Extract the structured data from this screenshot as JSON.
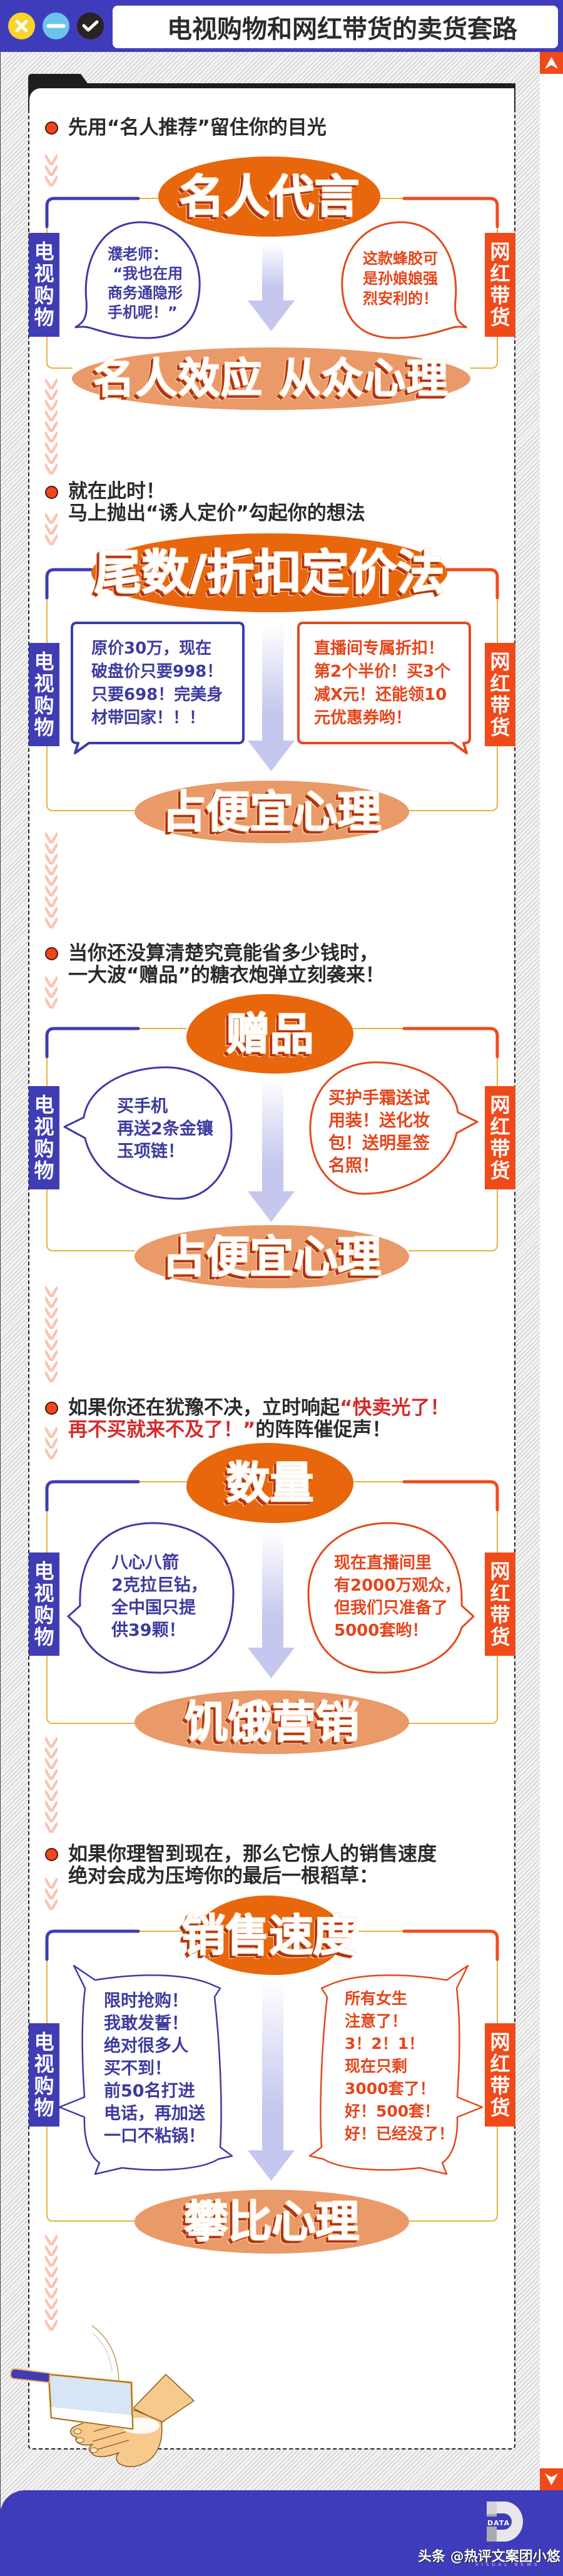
{
  "window": {
    "title": "电视购物和网红带货的卖货套路",
    "controls": [
      {
        "icon": "close-icon",
        "color": "#f9d42c"
      },
      {
        "icon": "minimize-icon",
        "color": "#6cc3ee"
      },
      {
        "icon": "check-icon",
        "color": "#2b2222"
      }
    ]
  },
  "scrollbar": {
    "up_icon": "chevron-up-icon",
    "down_icon": "chevron-down-icon",
    "color": "#f04a1a"
  },
  "labels": {
    "tv_shopping": "电视购物",
    "influencer_selling": "网红带货"
  },
  "sections": [
    {
      "bullet": {
        "line1": "先用“名人推荐”留住你的目光"
      },
      "tactic": "名人代言",
      "tv_quote": "濮老师：\n “我也在用\n商务通隐形\n手机呢！”",
      "live_quote": "这款蜂胶可\n是孙娘娘强\n烈安利的！",
      "psychology": "名人效应 从众心理"
    },
    {
      "bullet": {
        "line1": "就在此时！",
        "line2": "马上抛出“诱人定价”勾起你的想法"
      },
      "tactic": "尾数/折扣定价法",
      "tv_quote": "原价30万，现在\n破盘价只要998！\n只要698！完美身\n材带回家！！！",
      "live_quote": "直播间专属折扣！\n第2个半价！买3个\n减X元！还能领10\n元优惠券哟！",
      "psychology": "占便宜心理"
    },
    {
      "bullet": {
        "line1": "当你还没算清楚究竟能省多少钱时，",
        "line2": "一大波“赠品”的糖衣炮弹立刻袭来！"
      },
      "tactic": "赠品",
      "tv_quote": "买手机\n再送2条金镶\n玉项链！",
      "live_quote": "买护手霜送试\n用装！送化妆\n包！送明星签\n名照！",
      "psychology": "占便宜心理"
    },
    {
      "bullet": {
        "line1": "如果你还在犹豫不决，立时响起",
        "line1_highlight": "“快卖光了！",
        "line2_highlight": "再不买就来不及了！”",
        "line2": "的阵阵催促声！"
      },
      "tactic": "数量",
      "tv_quote": "八心八箭\n2克拉巨钻，\n全中国只提\n供39颗！",
      "live_quote": "现在直播间里\n有2000万观众，\n但我们只准备了\n5000套哟！",
      "psychology": "饥饿营销"
    },
    {
      "bullet": {
        "line1": "如果你理智到现在，那么它惊人的销售速度",
        "line2": "绝对会成为压垮你的最后一根稻草："
      },
      "tactic": "销售速度",
      "tv_quote": "限时抢购！\n我敢发誓！\n绝对很多人\n买不到！\n前50名打进\n电话，再加送\n一口不粘锅！",
      "live_quote": "所有女生\n注意了！\n3！2！1！\n现在只剩\n3000套了！\n好！500套！\n好！已经没了！",
      "psychology": "攀比心理"
    }
  ],
  "footer": {
    "logo_text": "DATA",
    "logo_tagline": "VISUAL NEWS",
    "watermark": "头条 @热评文案团小悠"
  },
  "colors": {
    "header_blue": "#3f3cbb",
    "tv_blue": "#3f3cb4",
    "live_red": "#f04a1a",
    "tactic_orange": "#e8670c",
    "psychology_orange": "#e99a68",
    "arrow_lavender": "#c5c7ee",
    "connector_yellow": "#e6b43a",
    "highlight_red": "#d32b2b"
  }
}
